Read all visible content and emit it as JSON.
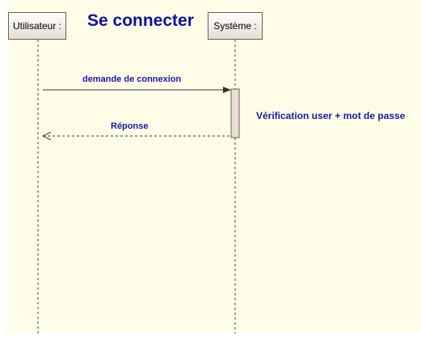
{
  "diagram": {
    "title": "Se connecter",
    "actors": {
      "user": "Utilisateur :",
      "system": "Système :"
    },
    "messages": {
      "request": "demande de connexion",
      "response": "Réponse"
    },
    "note": "Vérification user + mot de passe"
  },
  "colors": {
    "background": "#fefee8",
    "text_blue": "#1818a8",
    "title_blue": "#1010a0",
    "activation_fill": "#e8dfd6",
    "line": "#333333"
  }
}
